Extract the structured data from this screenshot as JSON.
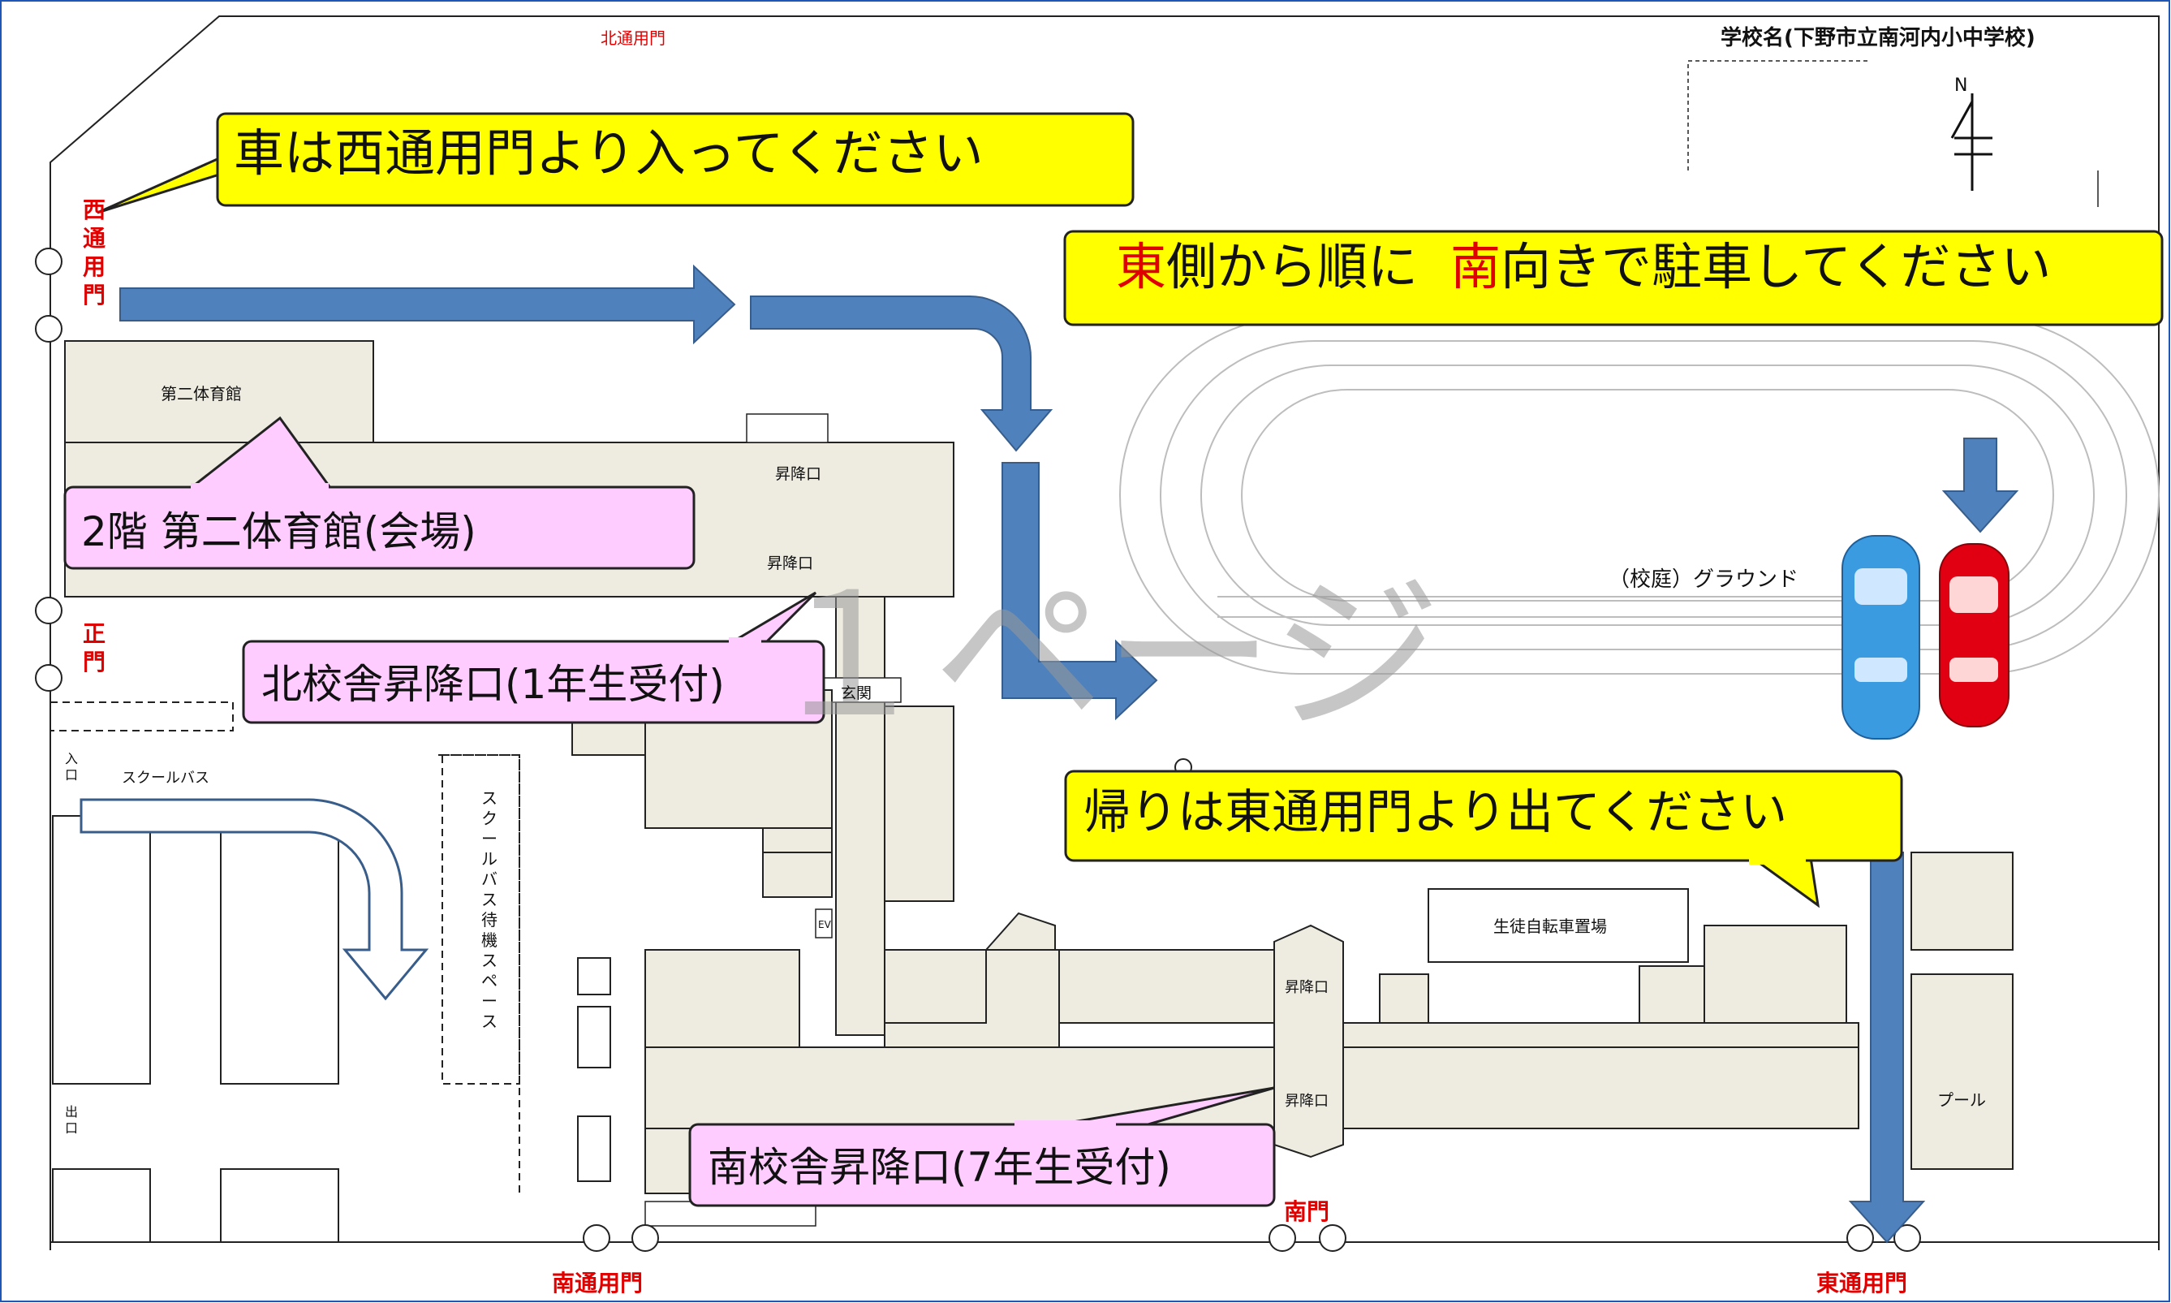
{
  "school_name": "学校名(下野市立南河内小中学校)",
  "north_label": "N",
  "gates": {
    "north": "北通用門",
    "west": "西\n通\n用\n門",
    "main": "正\n門",
    "south_service": "南通用門",
    "south": "南門",
    "east": "東通用門"
  },
  "callouts": {
    "enter": "車は西通用門より入ってください",
    "park_part1": "東",
    "park_part2": "側から順に",
    "park_part3": "南",
    "park_part4": "向きで駐車してください",
    "exit": "帰りは東通用門より出てください",
    "gym": "2階 第二体育館(会場)",
    "north_entry": "北校舎昇降口(1年生受付)",
    "south_entry": "南校舎昇降口(7年生受付)"
  },
  "labels": {
    "gym2": "第二体育館",
    "entrance1": "昇降口",
    "entrance2": "昇降口",
    "entrance3": "昇降口",
    "entrance4": "昇降口",
    "genkan": "玄関",
    "ground": "（校庭）グラウンド",
    "bike": "生徒自転車置場",
    "pool": "プール",
    "school_bus": "スクールバス",
    "bus_wait": "スクールバス待機スペース",
    "in": "入\n口",
    "out": "出\n口",
    "ev": "EV",
    "watermark": "１ページ"
  },
  "colors": {
    "callout_yellow": "#ffff00",
    "callout_pink": "#ffccff",
    "arrow_blue": "#4f81bd",
    "gate_red": "#e00000",
    "building": "#eeece1"
  }
}
